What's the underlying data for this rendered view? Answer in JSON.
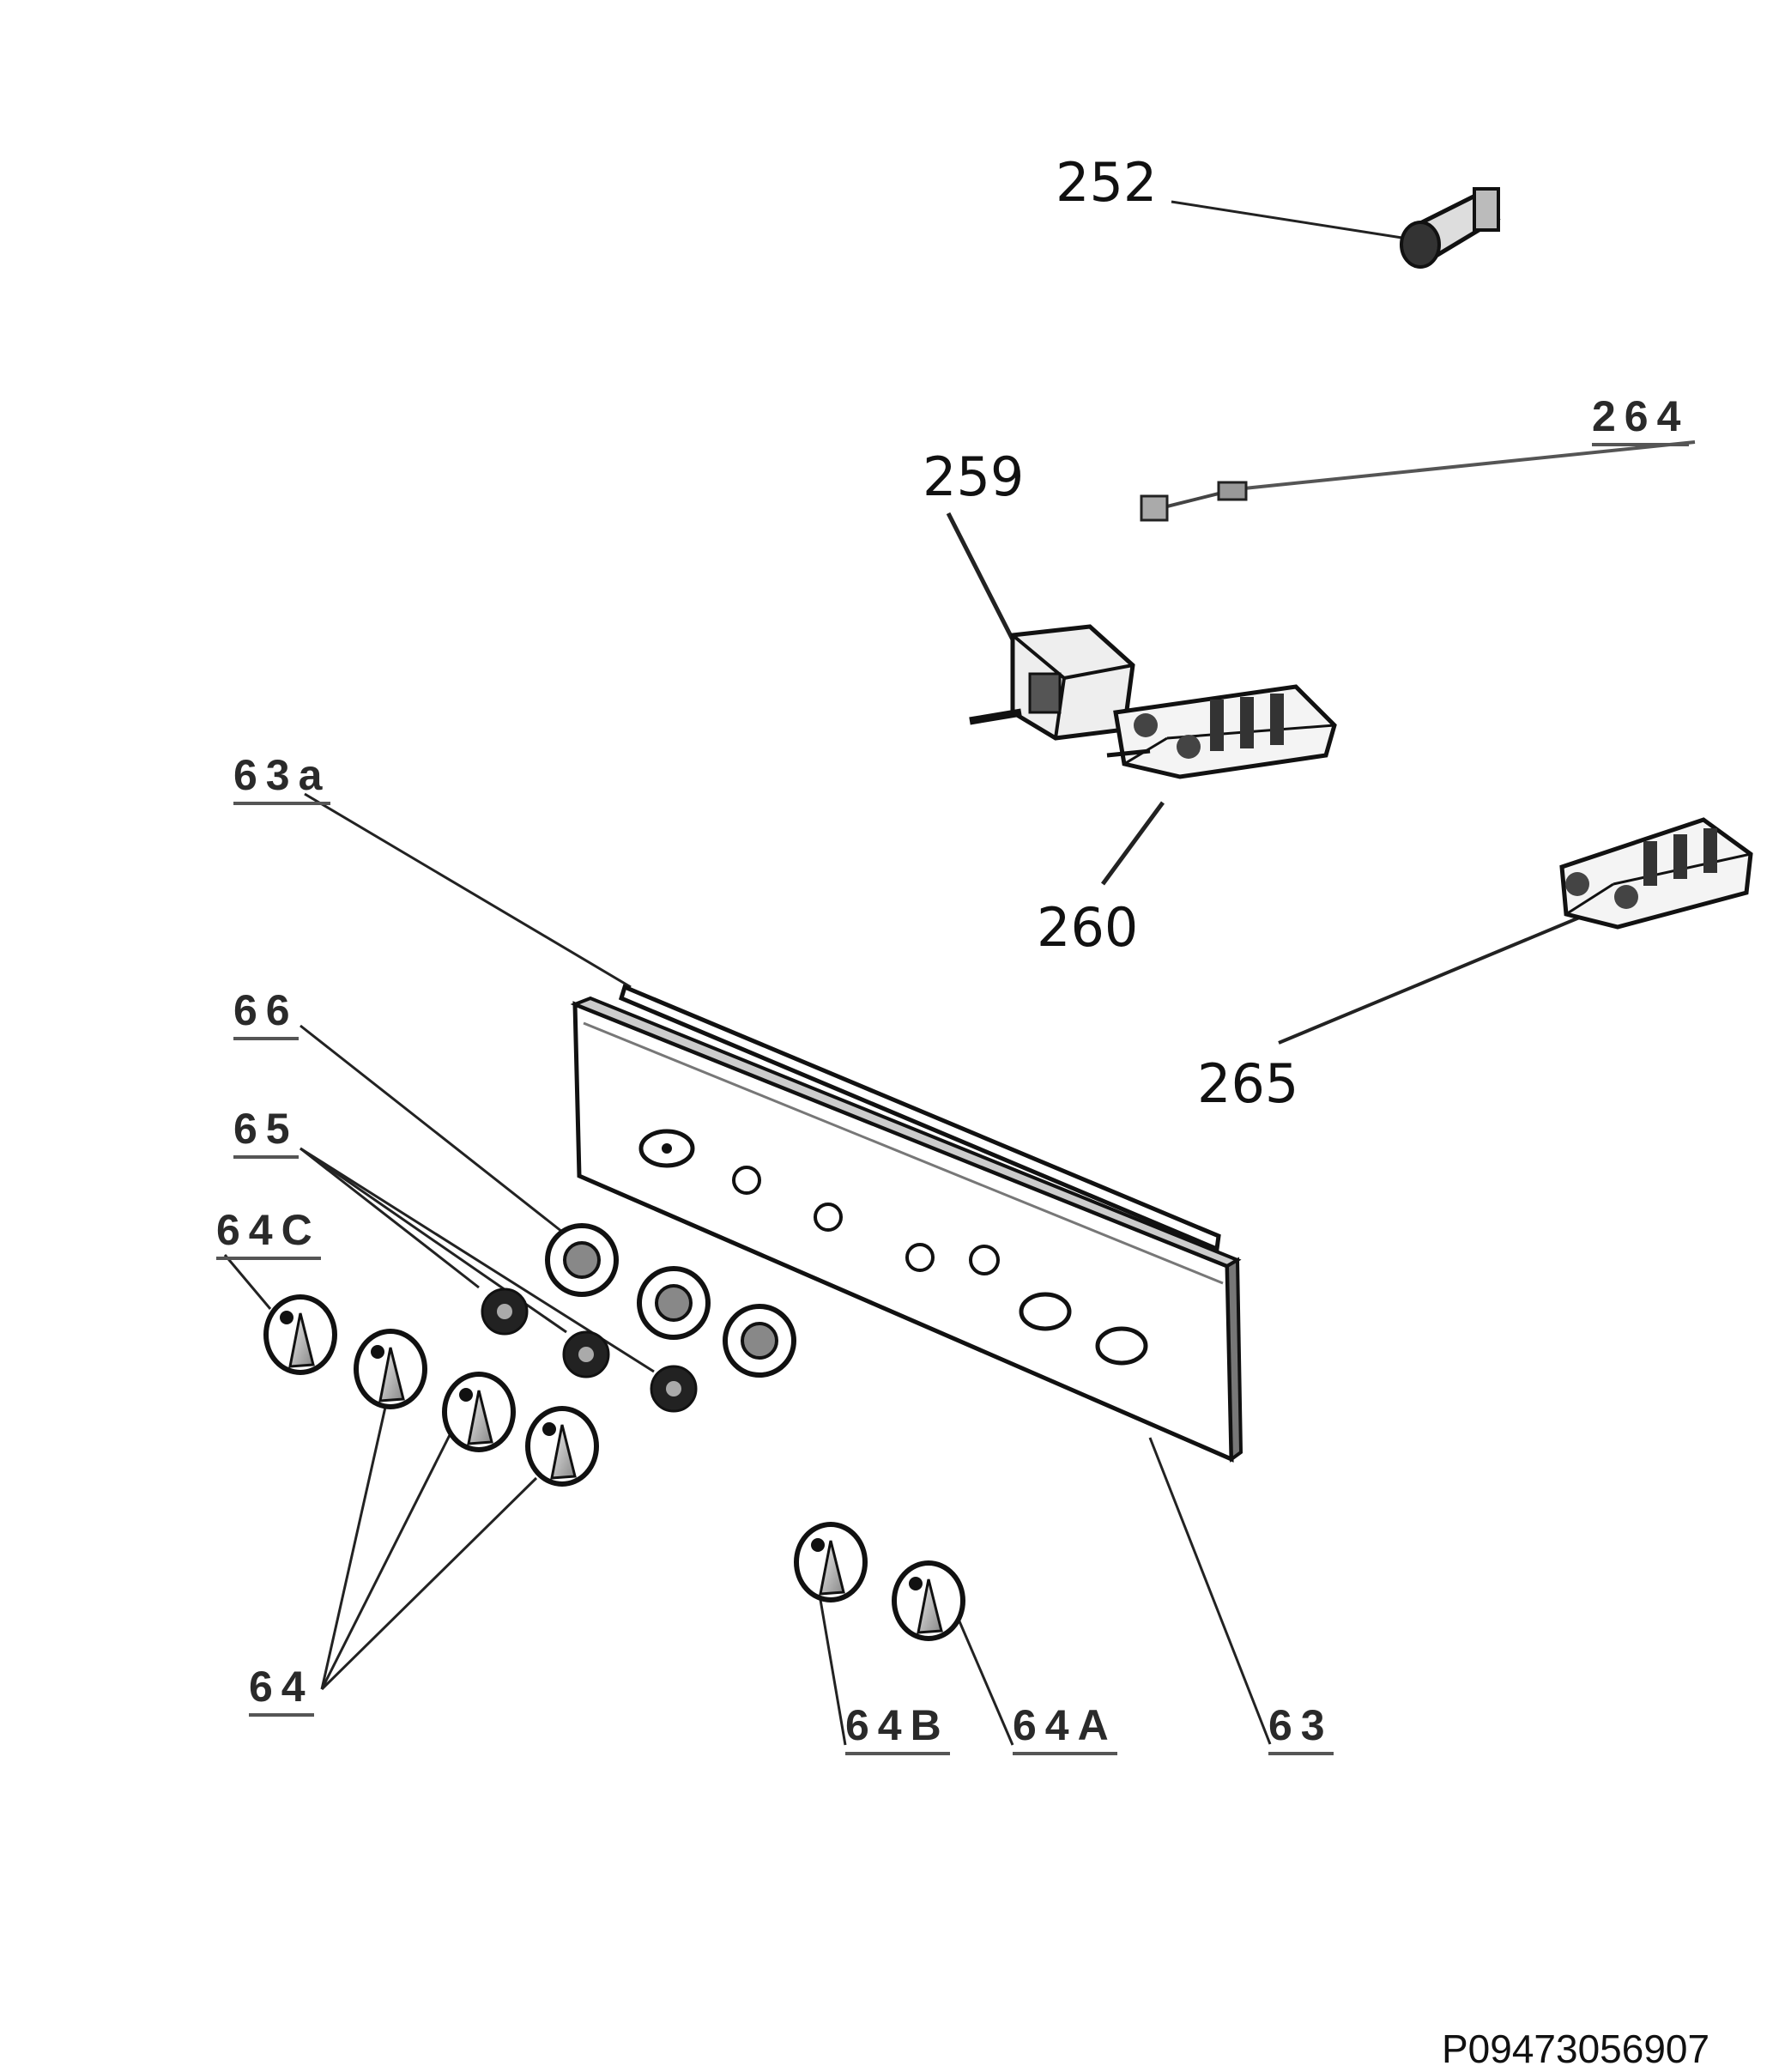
{
  "labels": {
    "p252": "252",
    "p264": "264",
    "p259": "259",
    "p260": "260",
    "p265": "265",
    "p63a": "63a",
    "p66": "66",
    "p65": "65",
    "p64c": "64C",
    "p64": "64",
    "p64b": "64B",
    "p64a": "64A",
    "p63": "63"
  },
  "document_id": "P09473056907"
}
